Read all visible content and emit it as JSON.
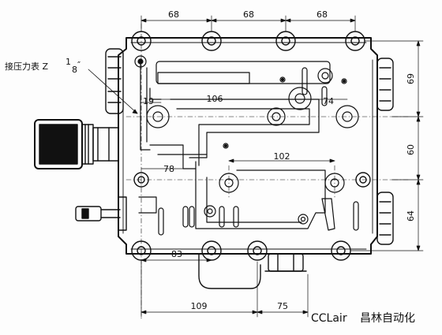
{
  "dimensions": {
    "top_1": "68",
    "top_2": "68",
    "top_3": "68",
    "right_1": "69",
    "right_2": "60",
    "right_3": "64",
    "inner_19": "19",
    "inner_106": "106",
    "inner_74": "74",
    "inner_102": "102",
    "inner_78": "78",
    "inner_83": "83",
    "bottom_109": "109",
    "bottom_75": "75"
  },
  "labels": {
    "pressure_gauge_main": "接压力表 Z",
    "pressure_gauge_num": "1",
    "pressure_gauge_den": "8",
    "pressure_gauge_tail": "″"
  },
  "watermark": {
    "latin": "CCLair",
    "cjk": "昌林自动化"
  }
}
